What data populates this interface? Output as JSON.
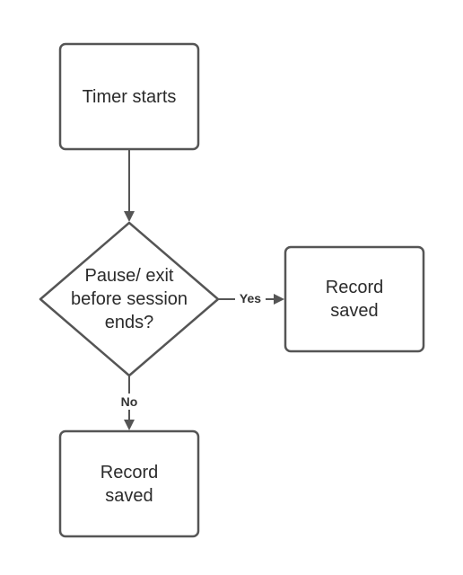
{
  "diagram": {
    "colors": {
      "stroke": "#555555",
      "text": "#2b2b2b",
      "background": "#ffffff"
    },
    "nodes": {
      "start": {
        "label": "Timer starts",
        "shape": "rounded-rectangle"
      },
      "decision": {
        "label": "Pause/ exit\nbefore session\nends?",
        "shape": "diamond"
      },
      "record_yes": {
        "label": "Record\nsaved",
        "shape": "rounded-rectangle"
      },
      "record_no": {
        "label": "Record\nsaved",
        "shape": "rounded-rectangle"
      }
    },
    "edges": {
      "start_to_decision": {
        "from": "start",
        "to": "decision",
        "label": ""
      },
      "decision_yes": {
        "from": "decision",
        "to": "record_yes",
        "label": "Yes"
      },
      "decision_no": {
        "from": "decision",
        "to": "record_no",
        "label": "No"
      }
    }
  }
}
